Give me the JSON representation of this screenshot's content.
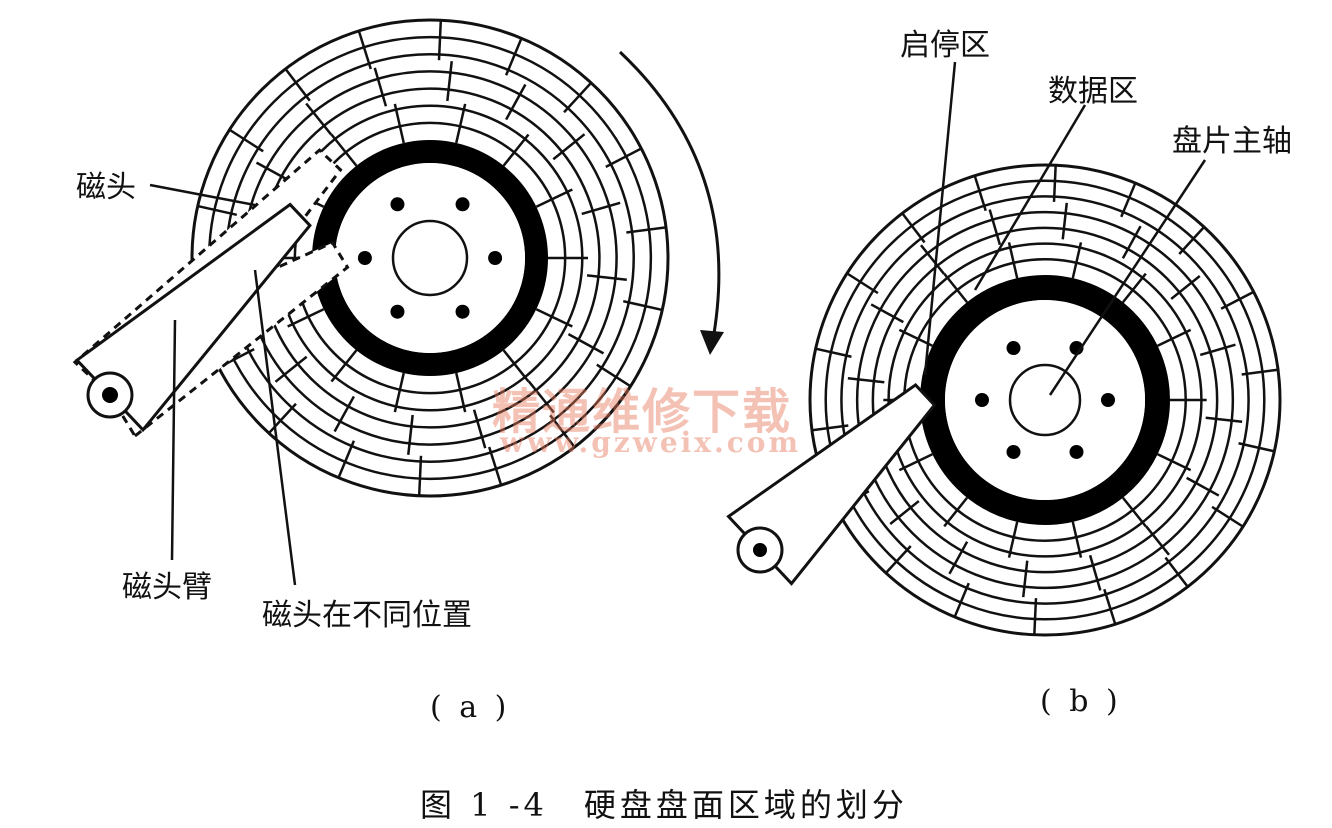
{
  "figure_a": {
    "labels": {
      "head": "磁头",
      "arm": "磁头臂",
      "positions": "磁头在不同位置"
    },
    "sublabel": "( a )"
  },
  "figure_b": {
    "labels": {
      "landing_zone": "启停区",
      "data_zone": "数据区",
      "spindle": "盘片主轴"
    },
    "sublabel": "( b )"
  },
  "caption": "图 1 -4　硬盘盘面区域的划分",
  "watermark": {
    "title": "精通维修下载",
    "url": "www.gzweix.com"
  }
}
